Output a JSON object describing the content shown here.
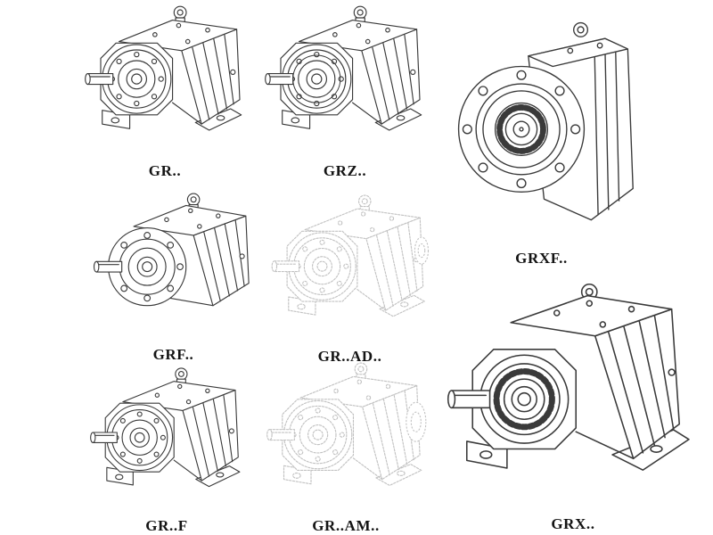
{
  "page": {
    "background": "#ffffff",
    "line_color": "#3a3a3a",
    "phantom_line_color": "#c2c2c2"
  },
  "catalog": {
    "items": [
      {
        "label": "GR..",
        "style": "solid",
        "drawing": "foot-mounted-helical-gearbox"
      },
      {
        "label": "GRZ..",
        "style": "solid",
        "drawing": "foot-mounted-helical-gearbox"
      },
      {
        "label": "GRXF..",
        "style": "solid",
        "drawing": "flange-mounted-gearbox-front-view"
      },
      {
        "label": "GRF..",
        "style": "solid",
        "drawing": "flange-mounted-helical-gearbox"
      },
      {
        "label": "GR..AD..",
        "style": "phantom",
        "drawing": "gearbox-with-input-adapter"
      },
      {
        "label": "GR..F",
        "style": "solid",
        "drawing": "foot-flange-helical-gearbox"
      },
      {
        "label": "GR..AM..",
        "style": "phantom",
        "drawing": "gearbox-with-motor-adapter-flange"
      },
      {
        "label": "GRX..",
        "style": "solid",
        "drawing": "large-foot-mounted-helical-gearbox"
      }
    ]
  }
}
